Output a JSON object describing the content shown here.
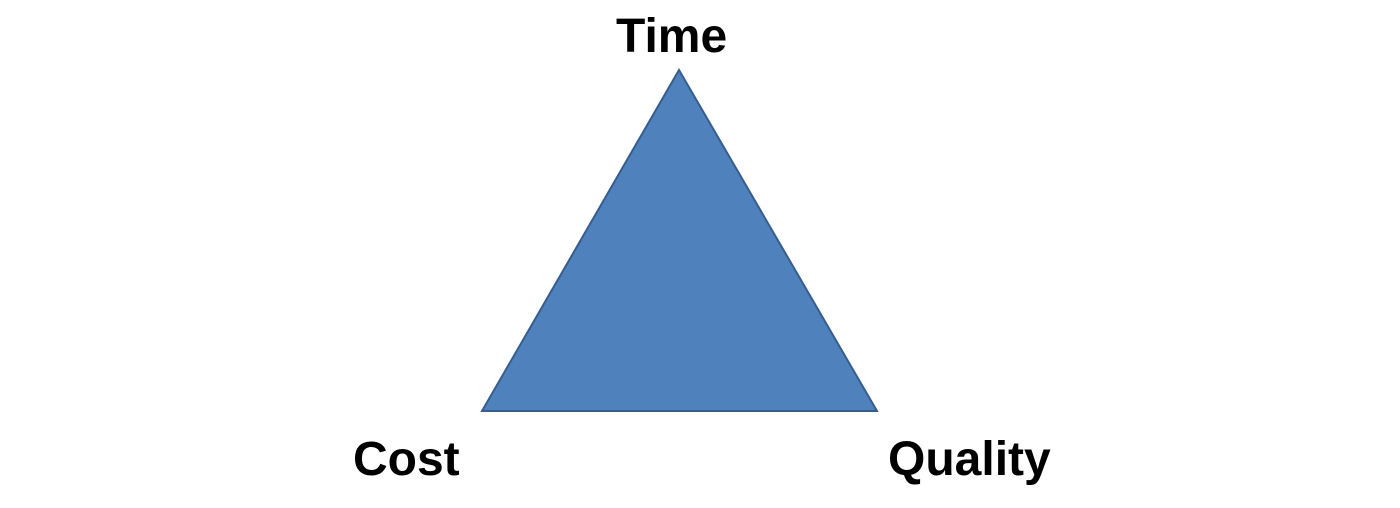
{
  "diagram": {
    "shape": "triangle",
    "fill_color": "#4f81bd",
    "stroke_color": "#385d8a",
    "vertices": {
      "top": "Time",
      "bottom_left": "Cost",
      "bottom_right": "Quality"
    }
  }
}
